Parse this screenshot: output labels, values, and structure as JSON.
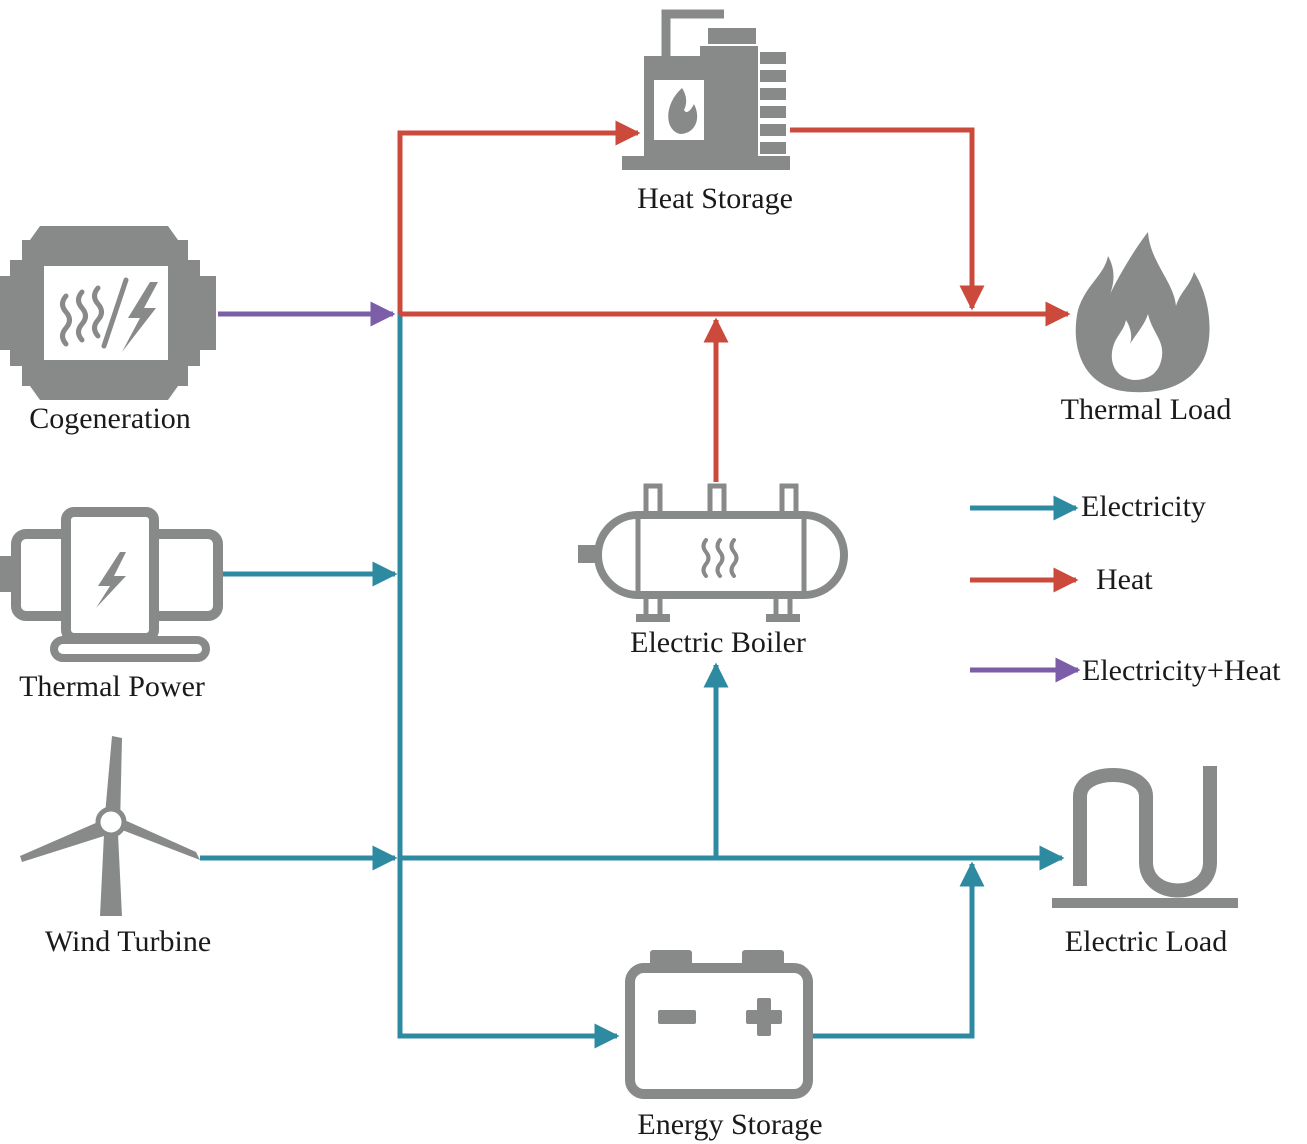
{
  "colors": {
    "electricity": "#2e8aa0",
    "heat": "#cc4a3c",
    "combined": "#7b5ea7",
    "icon": "#878a89"
  },
  "nodes": {
    "cogeneration": "Cogeneration",
    "thermal_power": "Thermal Power",
    "wind_turbine": "Wind Turbine",
    "heat_storage": "Heat Storage",
    "electric_boiler": "Electric Boiler",
    "energy_storage": "Energy Storage",
    "thermal_load": "Thermal Load",
    "electric_load": "Electric Load"
  },
  "legend": [
    {
      "label": "Electricity",
      "color": "#2e8aa0"
    },
    {
      "label": "Heat",
      "color": "#cc4a3c"
    },
    {
      "label": "Electricity+Heat",
      "color": "#7b5ea7"
    }
  ]
}
